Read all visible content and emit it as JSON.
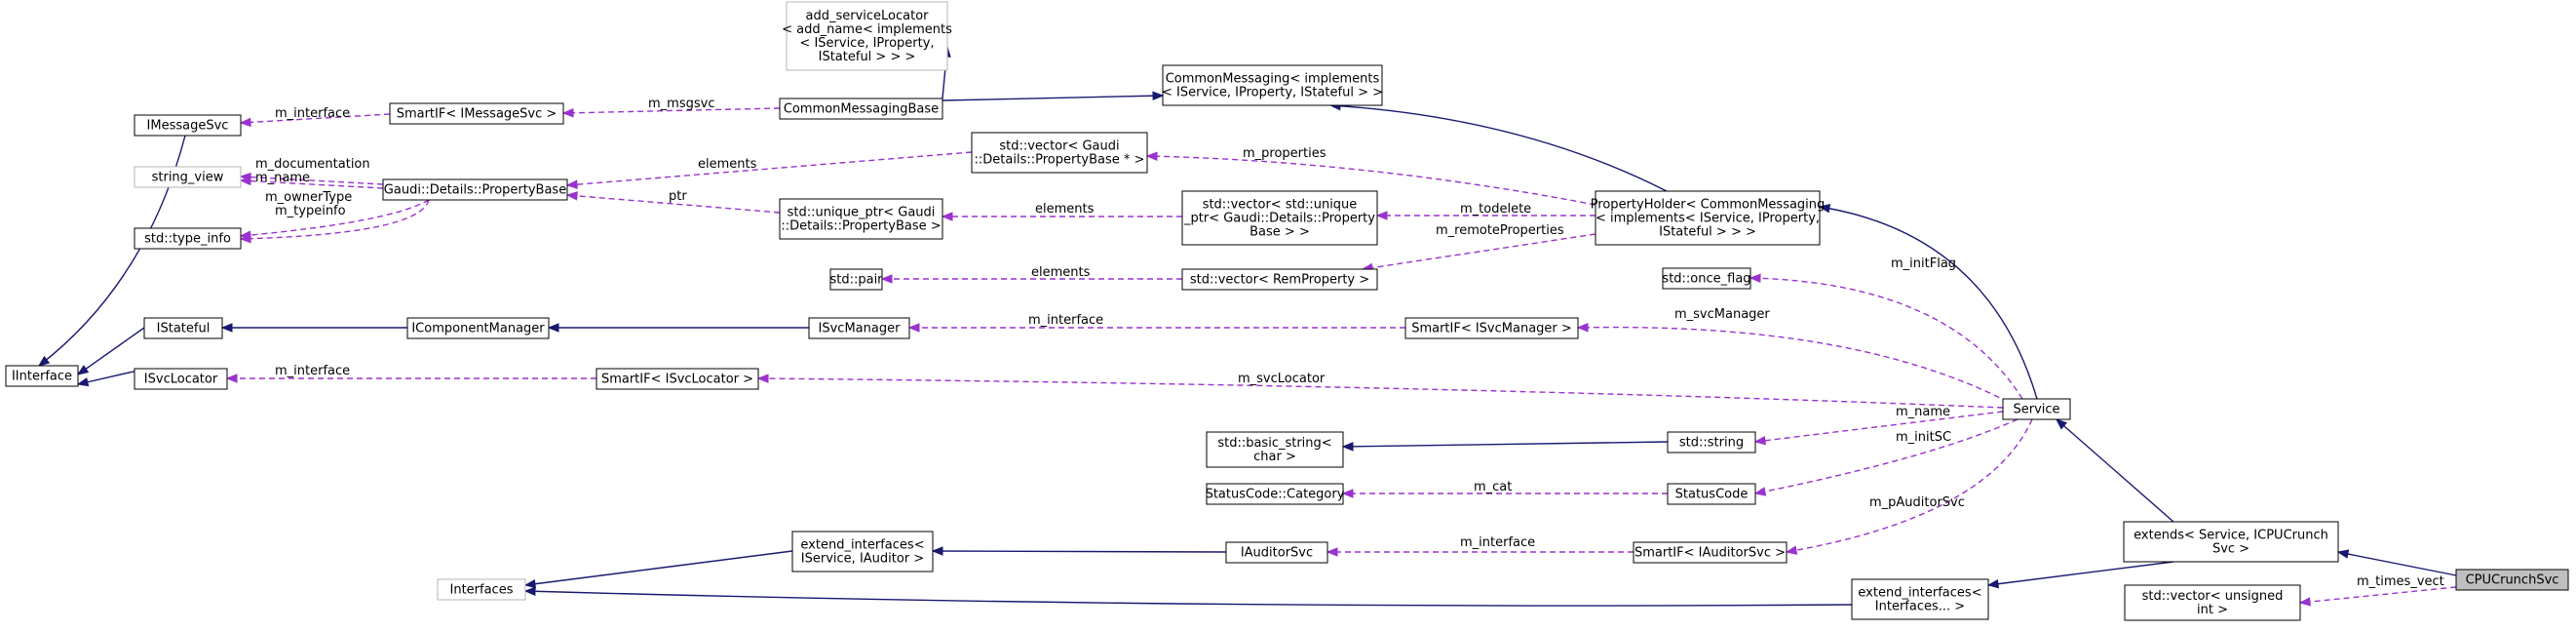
{
  "nodes": {
    "add_serviceLocator": [
      "add_serviceLocator",
      "< add_name< implements",
      "< IService, IProperty,",
      "IStateful > > >"
    ],
    "CommonMessaging": [
      "CommonMessaging< implements",
      "< IService, IProperty, IStateful > >"
    ],
    "CommonMessagingBase": [
      "CommonMessagingBase"
    ],
    "SmartIF_IMessageSvc": [
      "SmartIF< IMessageSvc >"
    ],
    "IMessageSvc": [
      "IMessageSvc"
    ],
    "string_view": [
      "string_view"
    ],
    "PropertyBase": [
      "Gaudi::Details::PropertyBase"
    ],
    "type_info": [
      "std::type_info"
    ],
    "vector_PropertyBase": [
      "std::vector< Gaudi",
      "::Details::PropertyBase * >"
    ],
    "unique_ptr": [
      "std::unique_ptr< Gaudi",
      "::Details::PropertyBase >"
    ],
    "vector_unique_ptr": [
      "std::vector< std::unique",
      "_ptr< Gaudi::Details::Property",
      "Base > >"
    ],
    "PropertyHolder": [
      "PropertyHolder< CommonMessaging",
      "< implements< IService, IProperty,",
      "IStateful > > >"
    ],
    "std_pair": [
      "std::pair"
    ],
    "vector_RemProperty": [
      "std::vector< RemProperty >"
    ],
    "once_flag": [
      "std::once_flag"
    ],
    "IInterface": [
      "IInterface"
    ],
    "IStateful": [
      "IStateful"
    ],
    "IComponentManager": [
      "IComponentManager"
    ],
    "ISvcManager": [
      "ISvcManager"
    ],
    "SmartIF_ISvcManager": [
      "SmartIF< ISvcManager >"
    ],
    "ISvcLocator": [
      "ISvcLocator"
    ],
    "SmartIF_ISvcLocator": [
      "SmartIF< ISvcLocator >"
    ],
    "Service": [
      "Service"
    ],
    "basic_string": [
      "std::basic_string<",
      "char >"
    ],
    "std_string": [
      "std::string"
    ],
    "StatusCode_Category": [
      "StatusCode::Category"
    ],
    "StatusCode": [
      "StatusCode"
    ],
    "extend_interfaces_IAuditor": [
      "extend_interfaces<",
      "IService, IAuditor >"
    ],
    "IAuditorSvc": [
      "IAuditorSvc"
    ],
    "SmartIF_IAuditorSvc": [
      "SmartIF< IAuditorSvc >"
    ],
    "extends": [
      "extends< Service, ICPUCrunch",
      "Svc >"
    ],
    "Interfaces": [
      "Interfaces"
    ],
    "extend_interfaces_generic": [
      "extend_interfaces<",
      "Interfaces... >"
    ],
    "CPUCrunchSvc": [
      "CPUCrunchSvc"
    ],
    "vector_unsigned": [
      "std::vector< unsigned",
      "int >"
    ]
  },
  "edge_labels": {
    "m_interface": "m_interface",
    "m_msgsvc": "m_msgsvc",
    "m_documentation": "m_documentation",
    "m_name": "m_name",
    "m_ownerType": "m_ownerType",
    "m_typeinfo": "m_typeinfo",
    "elements": "elements",
    "ptr": "ptr",
    "m_properties": "m_properties",
    "m_todelete": "m_todelete",
    "m_remoteProperties": "m_remoteProperties",
    "m_initFlag": "m_initFlag",
    "m_svcManager": "m_svcManager",
    "m_svcLocator": "m_svcLocator",
    "m_initSC": "m_initSC",
    "m_cat": "m_cat",
    "m_pAuditorSvc": "m_pAuditorSvc",
    "m_times_vect": "m_times_vect"
  },
  "colors": {
    "inheritance": "#191970",
    "usage": "#9a32cd",
    "selected_fill": "#bfbfbf",
    "external_border": "#b5b5b5"
  }
}
